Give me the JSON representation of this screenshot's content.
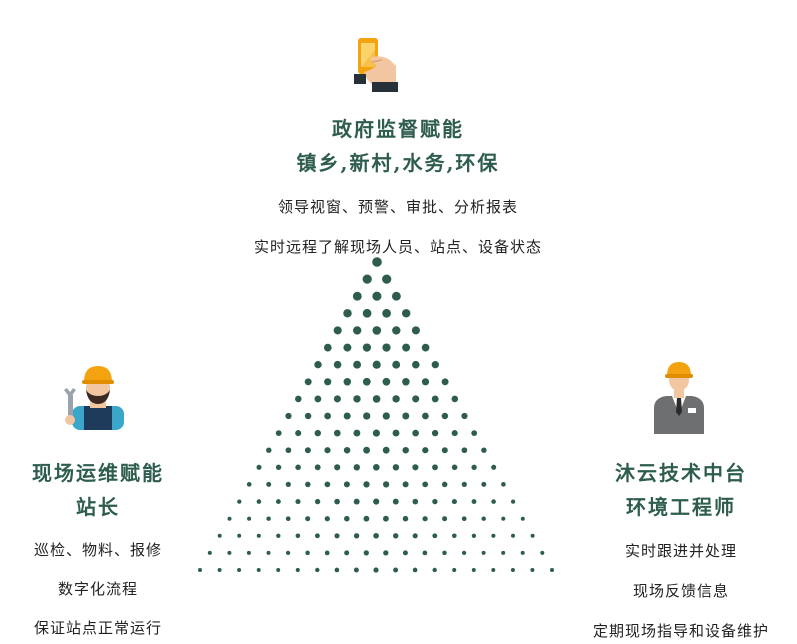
{
  "top": {
    "title_line1": "政府监督赋能",
    "title_line2": "镇乡,新村,水务,环保",
    "desc_line1": "领导视窗、预警、审批、分析报表",
    "desc_line2": "实时远程了解现场人员、站点、设备状态",
    "icon": "hand-tablet-icon"
  },
  "left": {
    "title_line1": "现场运维赋能",
    "title_line2": "站长",
    "desc_line1": "巡检、物料、报修",
    "desc_line2": "数字化流程",
    "desc_line3": "保证站点正常运行",
    "icon": "worker-with-wrench-icon"
  },
  "right": {
    "title_line1": "沐云技术中台",
    "title_line2": "环境工程师",
    "desc_line1": "实时跟进并处理",
    "desc_line2": "现场反馈信息",
    "desc_line3": "定期现场指导和设备维护",
    "icon": "engineer-in-suit-icon"
  },
  "colors": {
    "title": "#2e5d4f",
    "dot": "#2e5d4f",
    "helmet": "#f2a30f"
  }
}
